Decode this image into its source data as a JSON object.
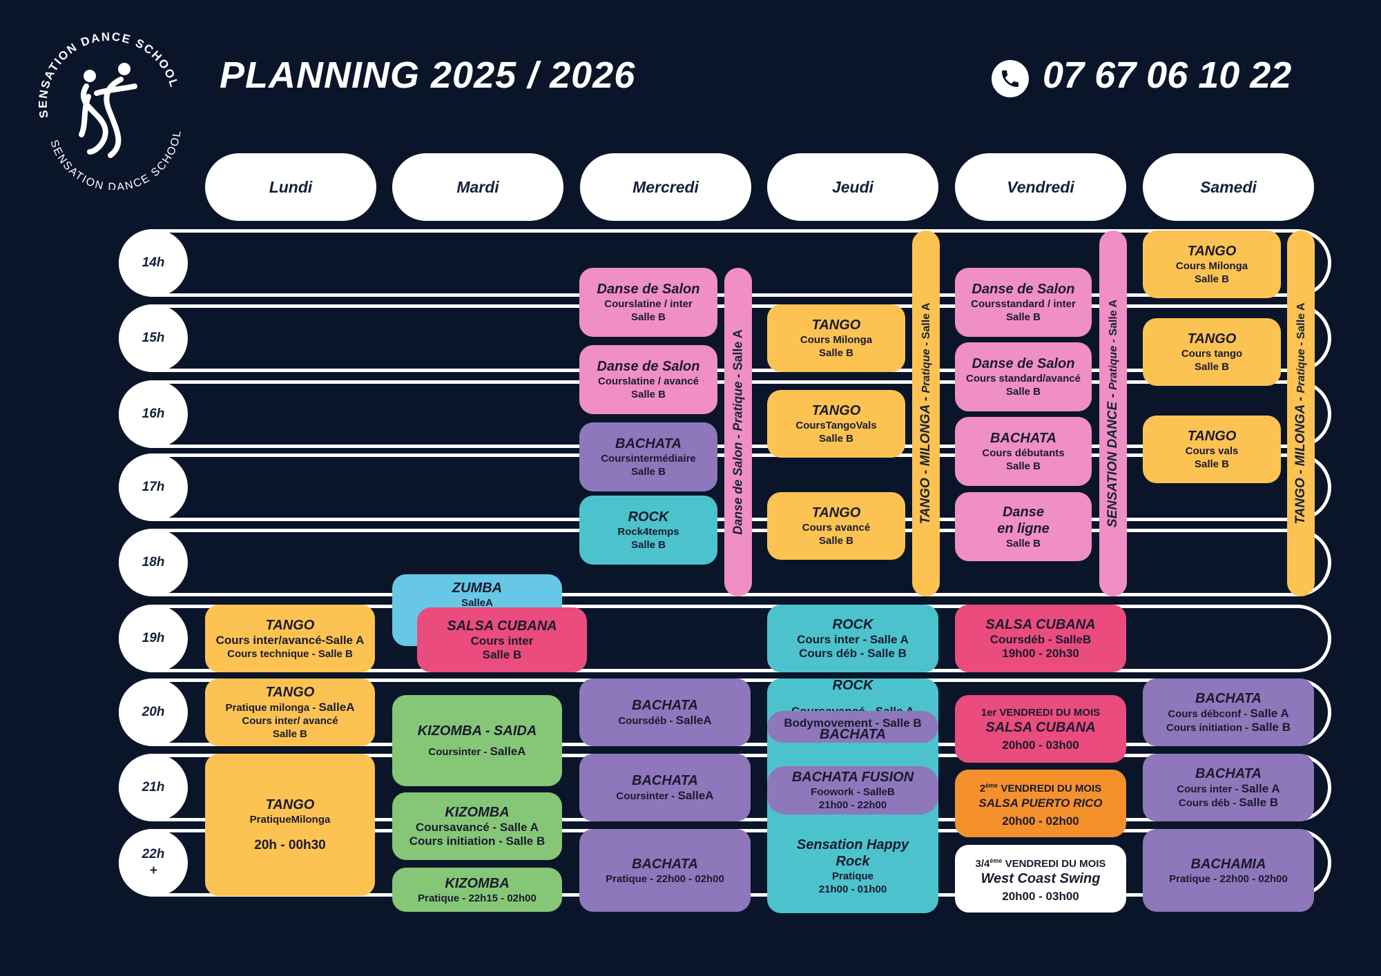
{
  "header": {
    "logo_text_top": "SENSATION DANCE SCHOOL",
    "logo_text_bottom": "SENSATION DANCE SCHOOL",
    "title": "PLANNING 2025 / 2026",
    "phone": "07 67 06 10 22"
  },
  "days": [
    "Lundi",
    "Mardi",
    "Mercredi",
    "Jeudi",
    "Vendredi",
    "Samedi"
  ],
  "hours": {
    "h14": "14h",
    "h15": "15h",
    "h16": "16h",
    "h17": "17h",
    "h18": "18h",
    "h19": "19h",
    "h20": "20h",
    "h21": "21h",
    "h22a": "22h",
    "h22b": "+"
  },
  "colors": {
    "background": "#0b1529",
    "pink": "#ef8fc3",
    "purple": "#8e77ba",
    "teal": "#4cc3cc",
    "orange": "#fcc353",
    "red": "#e94c7d",
    "green": "#86c677",
    "sky": "#66c8e6",
    "dark_orange": "#f4912d"
  },
  "bars": {
    "mercredi_a": "Danse de Salon - ",
    "mercredi_b": "Pratique - ",
    "mercredi_c": "Salle A",
    "jeudi_a": "TANGO - MILONGA - ",
    "jeudi_b": "Pratique - ",
    "jeudi_c": "Salle A",
    "vendredi_a": "SENSATION DANCE - ",
    "vendredi_b": "Pratique - ",
    "vendredi_c": "Salle A",
    "samedi_a": "TANGO - MILONGA - ",
    "samedi_b": "Pratique - ",
    "samedi_c": "Salle A"
  },
  "cards": {
    "mer_ds1": {
      "h": "Danse de Salon",
      "l1": "Courslatine / inter",
      "l2": "Salle B"
    },
    "mer_ds2": {
      "h": "Danse de Salon",
      "l1": "Courslatine / avancé",
      "l2": "Salle B"
    },
    "mer_bach": {
      "h": "BACHATA",
      "l1": "Coursintermédiaire",
      "l2": "Salle B"
    },
    "mer_rock": {
      "h": "ROCK",
      "l1": "Rock4temps",
      "l2": "Salle B"
    },
    "jeu_t1": {
      "h": "TANGO",
      "l1": "Cours Milonga",
      "l2": "Salle B"
    },
    "jeu_t2": {
      "h": "TANGO",
      "l1": "CoursTangoVals",
      "l2": "Salle B"
    },
    "jeu_t3": {
      "h": "TANGO",
      "l1": "Cours avancé",
      "l2": "Salle B"
    },
    "ven_ds1": {
      "h": "Danse de Salon",
      "l1": "Coursstandard / inter",
      "l2": "Salle B"
    },
    "ven_ds2": {
      "h": "Danse de Salon",
      "l1": "Cours standard/avancé",
      "l2": "Salle B"
    },
    "ven_bach": {
      "h": "BACHATA",
      "l1": "Cours débutants",
      "l2": "Salle B"
    },
    "ven_ligne": {
      "h1": "Danse",
      "h2": "en ligne",
      "l2": "Salle B"
    },
    "sam_t1": {
      "h": "TANGO",
      "l1": "Cours Milonga",
      "l2": "Salle B"
    },
    "sam_t2": {
      "h": "TANGO",
      "l1": "Cours tango",
      "l2": "Salle B"
    },
    "sam_t3": {
      "h": "TANGO",
      "l1": "Cours vals",
      "l2": "Salle B"
    },
    "mar_zumba": {
      "h": "ZUMBA",
      "l1": "SalleA"
    },
    "mar_salsa": {
      "h": "SALSA CUBANA",
      "l1": "Cours inter",
      "l2": "Salle B"
    },
    "lun_t19": {
      "h": "TANGO",
      "l1": "Cours inter/avancé-Salle A",
      "l2": "Cours technique - Salle B"
    },
    "jeu_rock19": {
      "h": "ROCK",
      "l1": "Cours inter - Salle A",
      "l2": "Cours déb - Salle B"
    },
    "ven_salsa19": {
      "h": "SALSA CUBANA",
      "l1": "Coursdéb - SalleB",
      "l2": "19h00 - 20h30"
    },
    "lun_t20": {
      "h": "TANGO",
      "l1": "Pratique milonga - ",
      "l1b": "SalleA",
      "l2": "Cours inter/ avancé",
      "l3": "Salle B"
    },
    "mar_kiz_saida": {
      "h": "KIZOMBA - SAIDA",
      "l1": "Coursinter - ",
      "l1b": "SalleA"
    },
    "mer_bach20": {
      "h": "BACHATA",
      "l1": "Coursdéb - ",
      "l1b": "SalleA"
    },
    "jeu_rock20": {
      "h": "ROCK",
      "l1": "Coursavancé - Salle A"
    },
    "jeu_body": {
      "l1": "Bodymovement - Salle B",
      "h": "BACHATA"
    },
    "ven_1er": {
      "l1": "1er VENDREDI DU MOIS",
      "h": "SALSA CUBANA",
      "l2": "20h00 - 03h00"
    },
    "sam_bach20": {
      "h": "BACHATA",
      "l1": "Cours débconf - ",
      "l1b": "Salle A",
      "l2": "Cours initiation - ",
      "l2b": "Salle B"
    },
    "lun_t21": {
      "h": "TANGO",
      "l1": "PratiqueMilonga",
      "l2": "20h - 00h30"
    },
    "mar_kiz": {
      "h": "KIZOMBA",
      "l1": "Coursavancé - Salle A",
      "l2": "Cours initiation - Salle B"
    },
    "mer_bach21": {
      "h": "BACHATA",
      "l1": "Coursinter - ",
      "l1b": "SalleA"
    },
    "jeu_fusion": {
      "h": "BACHATA FUSION",
      "l1": "Foowork - SalleB",
      "l2": "21h00 - 22h00"
    },
    "ven_2eme": {
      "num": "2",
      "sup": "ème",
      "l1": " VENDREDI DU MOIS",
      "h": "SALSA PUERTO RICO",
      "l2": "20h00 - 02h00"
    },
    "sam_bach21": {
      "h": "BACHATA",
      "l1": "Cours inter - ",
      "l1b": "Salle A",
      "l2": "Cours déb - ",
      "l2b": "Salle B"
    },
    "mar_kiz_pr": {
      "h": "KIZOMBA",
      "l1": "Pratique - 22h15 - 02h00"
    },
    "mer_bach22": {
      "h": "BACHATA",
      "l1": "Pratique - 22h00 - 02h00"
    },
    "jeu_happy": {
      "h1": "Sensation Happy",
      "h2": "Rock",
      "l1": "Pratique",
      "l2": "21h00 - 01h00"
    },
    "ven_34": {
      "num": "3/4",
      "sup": "ème",
      "l1": " VENDREDI DU MOIS",
      "h": "West Coast Swing",
      "l2": "20h00 - 03h00"
    },
    "sam_bachamia": {
      "h": "BACHAMIA",
      "l1": "Pratique - 22h00 - 02h00"
    }
  }
}
